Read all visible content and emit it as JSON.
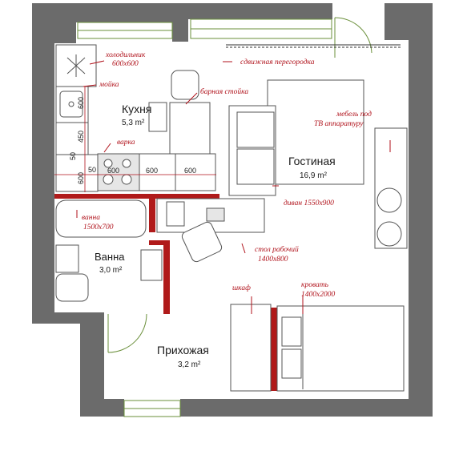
{
  "rooms": {
    "kitchen": {
      "name": "Кухня",
      "area": "5,3 m²"
    },
    "living": {
      "name": "Гостиная",
      "area": "16,9 m²"
    },
    "bath": {
      "name": "Ванна",
      "area": "3,0 m²"
    },
    "hall": {
      "name": "Прихожая",
      "area": "3,2 m²"
    }
  },
  "notes": {
    "fridge": [
      "холодильник",
      "600x600"
    ],
    "partition": "сдвижная перегородка",
    "sink": "мойка",
    "bar": "барная стойка",
    "stove": "варка",
    "tv": [
      "мебель под",
      "ТВ аппаратуру"
    ],
    "sofa": "диван 1550x900",
    "tub": [
      "ванна",
      "1500x700"
    ],
    "desk": [
      "стол рабочий",
      "1400x800"
    ],
    "wardrobe": "шкаф",
    "bed": [
      "кровать",
      "1400x2000"
    ]
  },
  "dimensions": {
    "upper_600": "600",
    "side_450": "450",
    "side_600": "600",
    "side_50a": "50",
    "side_50b": "50",
    "stove_600": "600",
    "mid_600": "600",
    "right_600": "600"
  },
  "colors": {
    "wall": "#6b6b6b",
    "accent_wall": "#b01a1a",
    "label": "#b0121b"
  }
}
